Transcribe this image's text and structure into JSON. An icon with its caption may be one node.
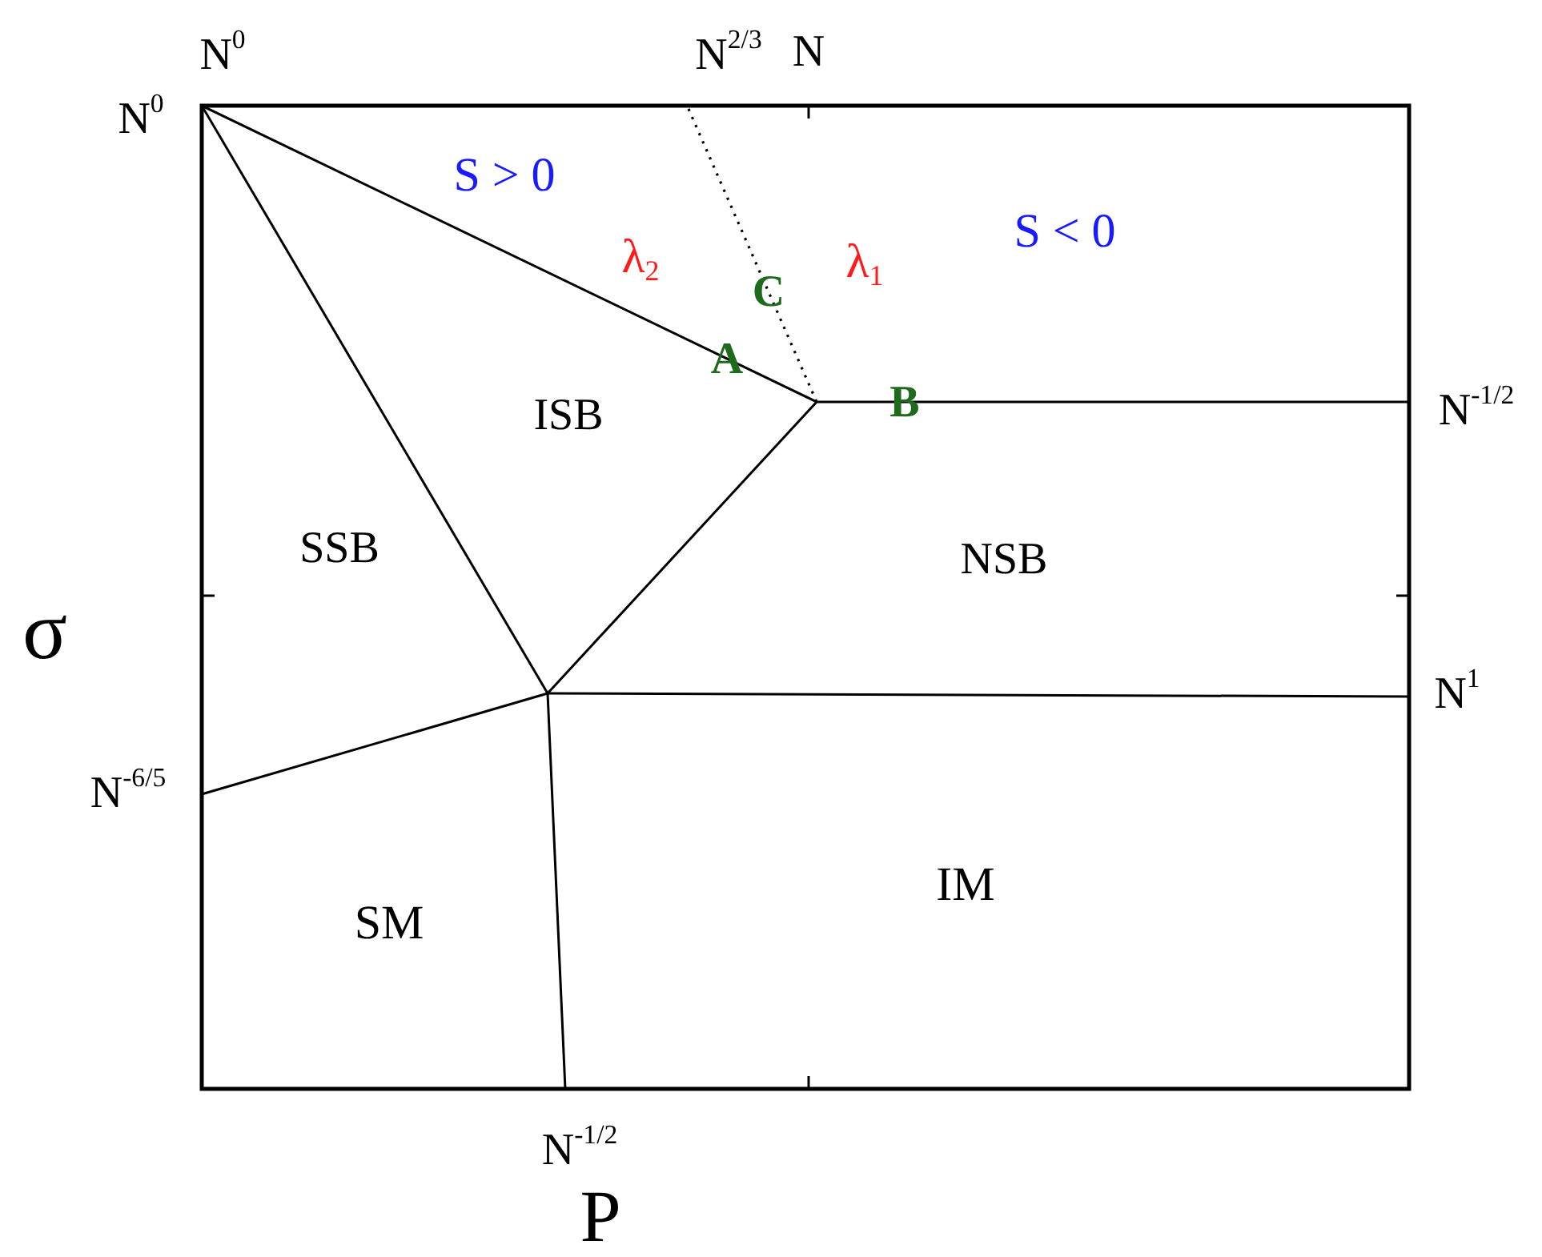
{
  "diagram": {
    "labels": [
      "N$^{0}$",
      "N$^{2/3}$",
      "N",
      "N$^{0}$",
      "S > 0",
      "S < 0",
      "λ$_{2}$",
      "C",
      "λ$_{1}$",
      "A",
      "ISB",
      "B",
      "N$^{-1/2}$",
      "SSB",
      "NSB",
      "σ",
      "N$^{1}$",
      "N$^{-6/5}$",
      "SM",
      "IM",
      "N$^{-1/2}$",
      "P"
    ]
  }
}
